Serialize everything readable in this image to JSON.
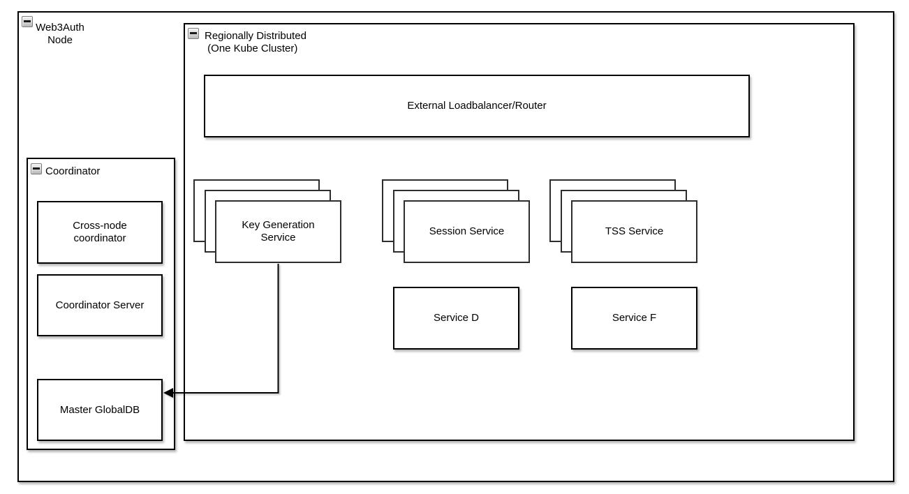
{
  "diagram": {
    "type": "architecture-diagram",
    "colors": {
      "background": "#ffffff",
      "shape_fill": "#ffffff",
      "shape_stroke": "#000000",
      "shadow": "#c9c9c9",
      "collapse_button_fill": "#d6d6d6",
      "collapse_button_border": "#7d7d7d"
    },
    "icons": {
      "collapse": {
        "name": "collapse-minus-icon",
        "glyph": "−"
      }
    },
    "containers": {
      "web3auth": {
        "label": "Web3Auth\nNode"
      },
      "regional": {
        "label": "Regionally Distributed\n (One Kube Cluster)"
      },
      "coordinator": {
        "label": "Coordinator"
      }
    },
    "nodes": {
      "elb": {
        "label": "External Loadbalancer/Router"
      },
      "cross_node": {
        "label": "Cross-node\ncoordinator"
      },
      "coordinator_server": {
        "label": "Coordinator Server"
      },
      "master_db": {
        "label": "Master GlobalDB"
      },
      "kgs": {
        "label": "Key Generation\nService",
        "stack_count": 3
      },
      "session": {
        "label": "Session Service",
        "stack_count": 3
      },
      "tss": {
        "label": "TSS Service",
        "stack_count": 3
      },
      "service_d": {
        "label": "Service D"
      },
      "service_f": {
        "label": "Service F"
      }
    },
    "connections": [
      {
        "from": "Key Generation Service",
        "to": "Master GlobalDB",
        "style": "orthogonal",
        "arrowhead": "filled-triangle-left"
      }
    ]
  }
}
